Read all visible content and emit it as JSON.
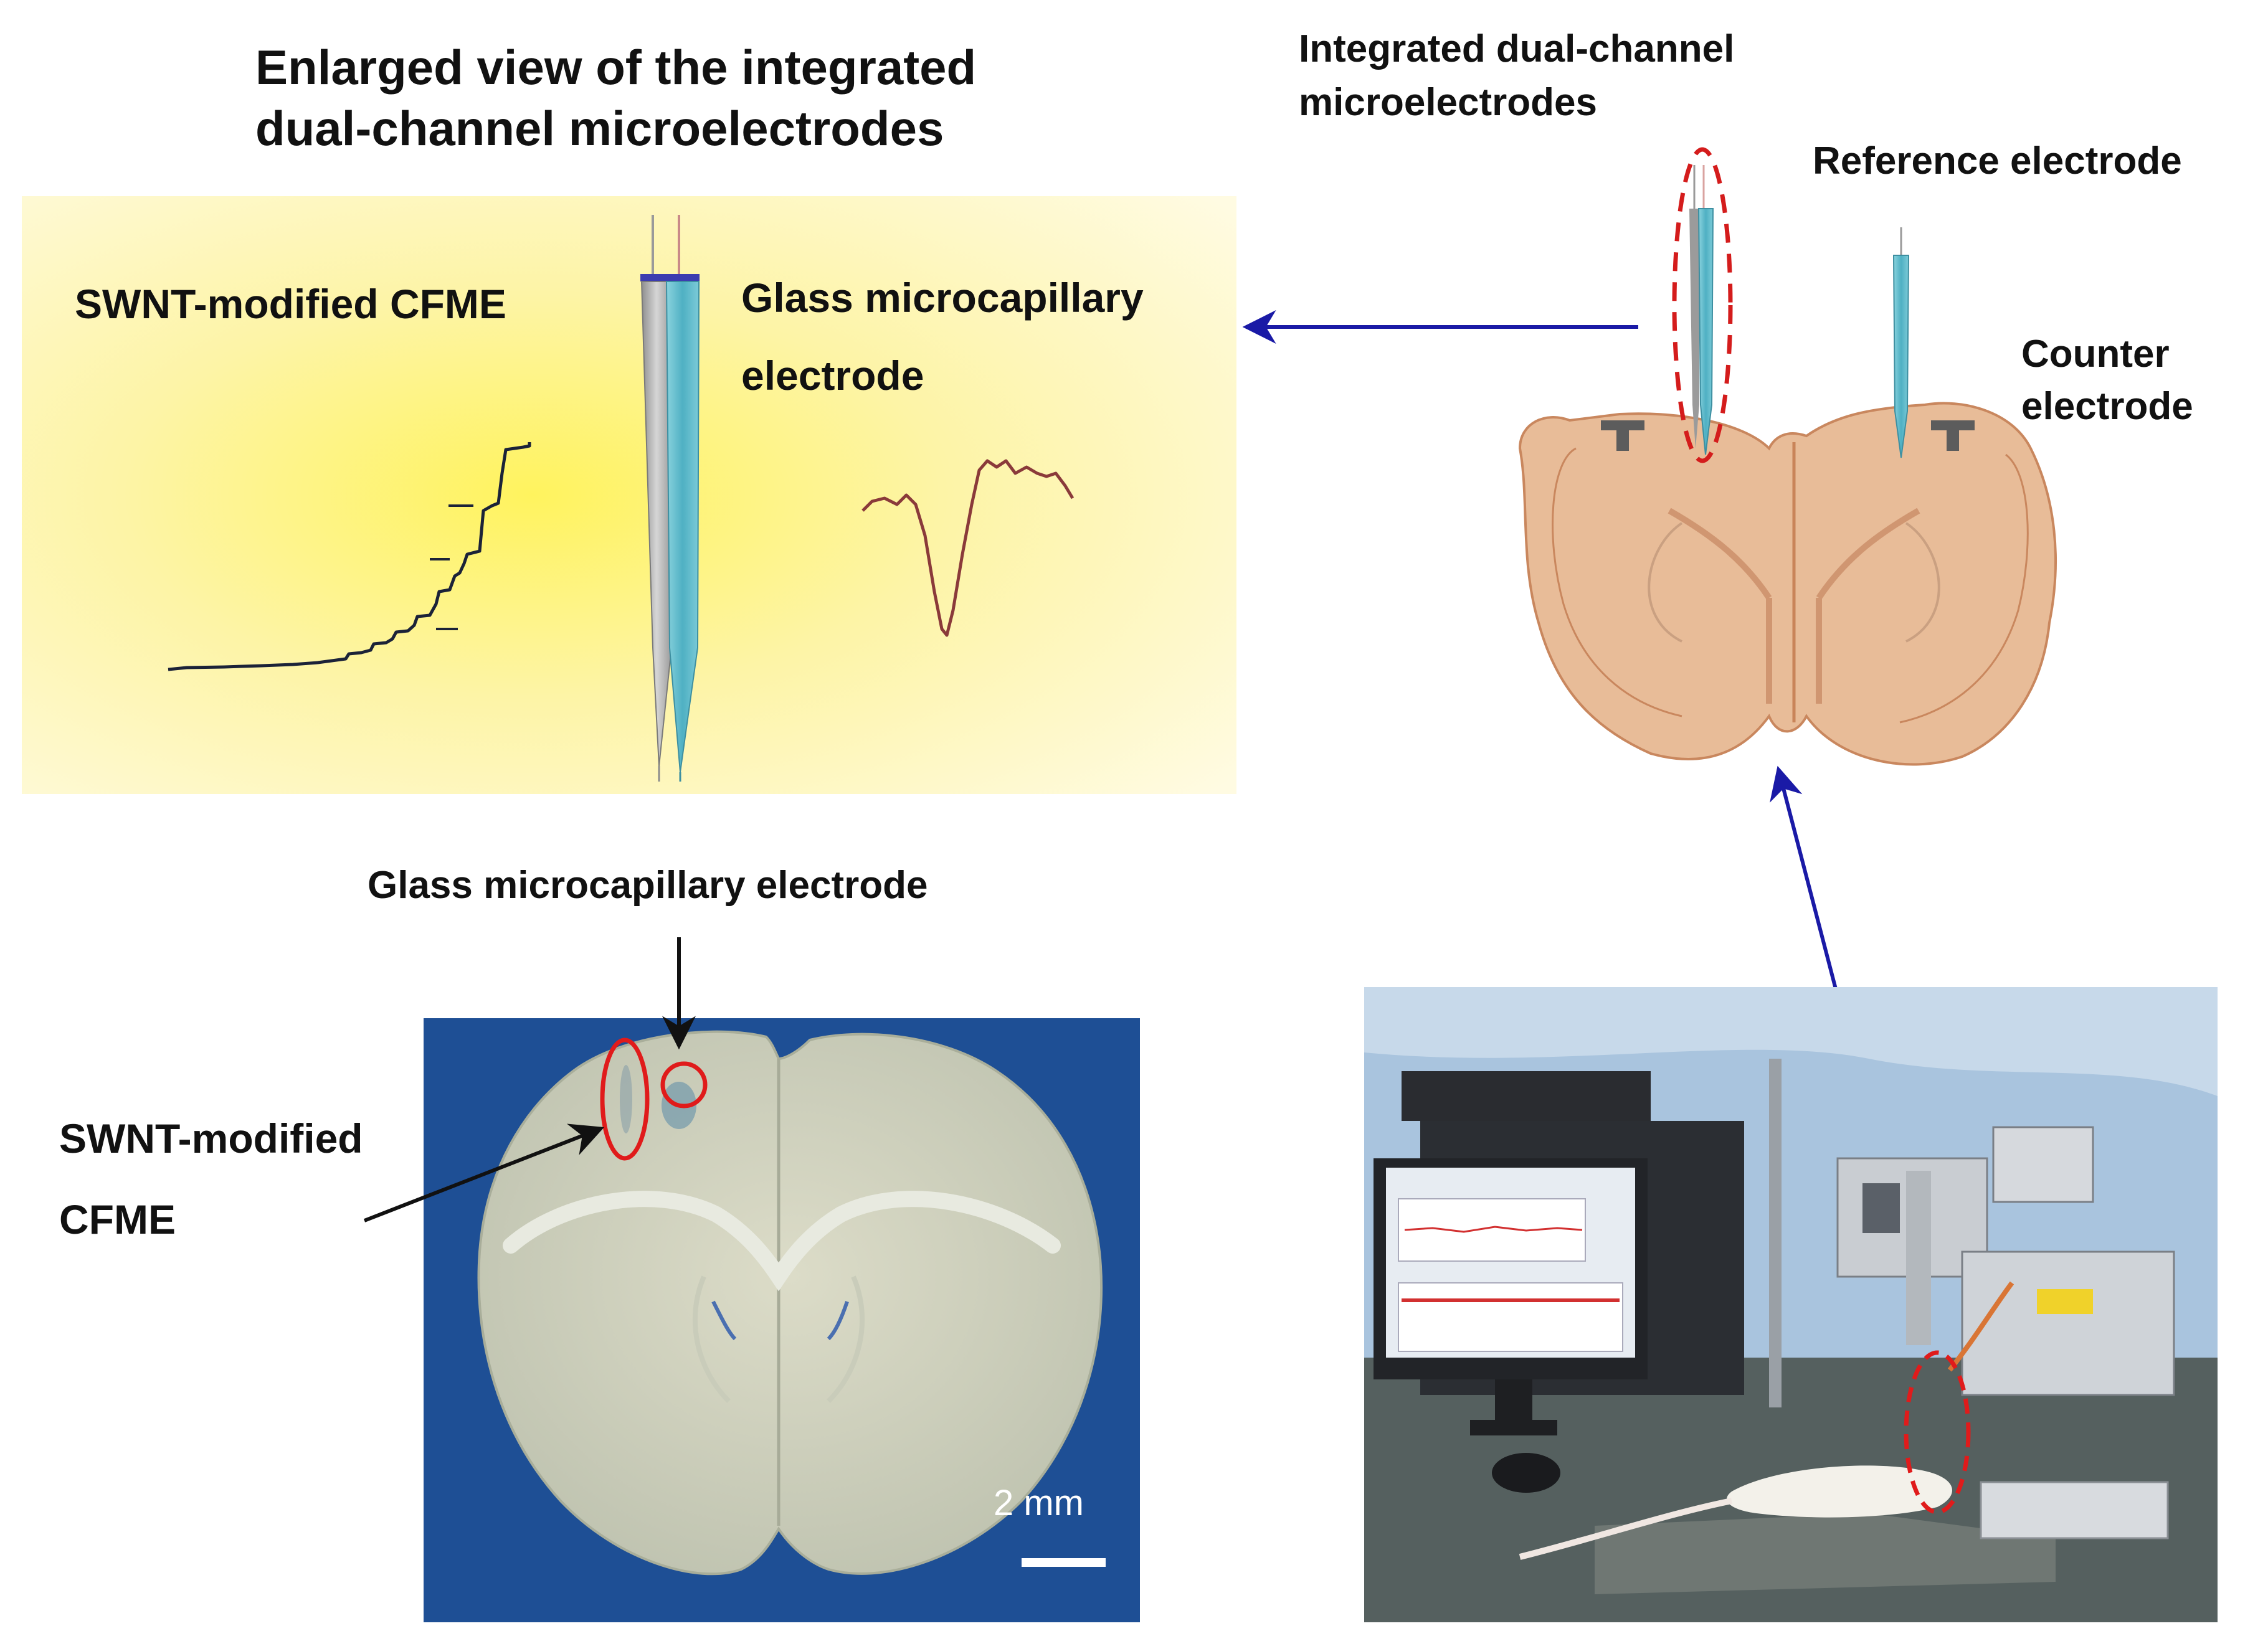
{
  "enlarged_title": [
    "Enlarged view of the integrated",
    "dual-channel microelectrodes"
  ],
  "enlarged_panel": {
    "swnt_label": "SWNT-modified CFME",
    "glass_label": [
      "Glass microcapillary",
      "electrode"
    ],
    "panel_color": "#fdf6b4"
  },
  "brain_schematic": {
    "integrated_label": [
      "Integrated dual-channel",
      "microelectrodes"
    ],
    "reference_label": "Reference electrode",
    "counter_label": [
      "Counter",
      "electrode"
    ],
    "tissue_color": "#d9a47e"
  },
  "brain_photo": {
    "glass_label": "Glass microcapillary electrode",
    "swnt_label": [
      "SWNT-modified",
      "CFME"
    ],
    "scale_bar": "2 mm",
    "background_color": "#1e4f95"
  },
  "setup_photo": {
    "wall_color": "#a9c4de"
  },
  "colors": {
    "arrow_blue": "#1a1aa6",
    "highlight_red": "#d41c1c",
    "electrode_teal": "#5fb9c9"
  }
}
